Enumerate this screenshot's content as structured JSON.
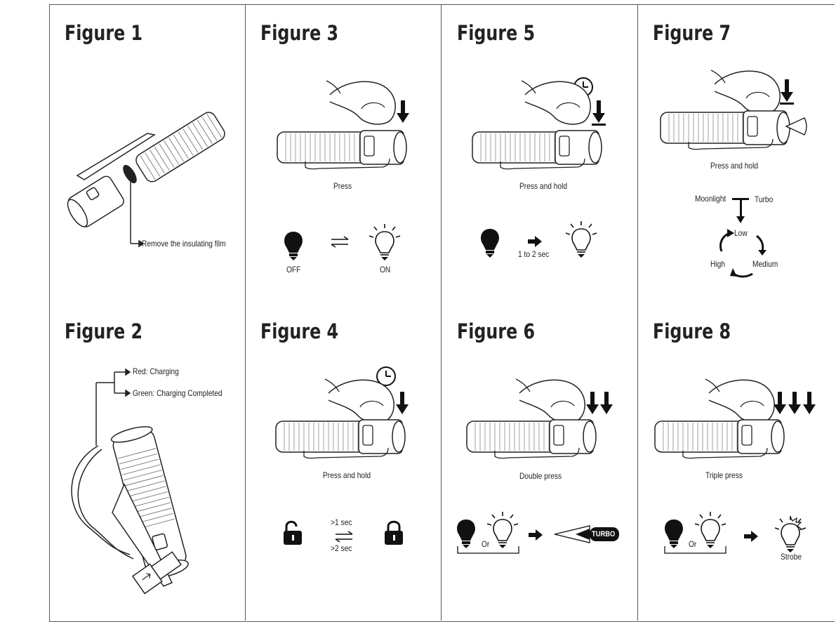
{
  "figures": {
    "f1": {
      "title": "Figure 1",
      "note": "Remove the insulating film"
    },
    "f2": {
      "title": "Figure 2",
      "red": "Red: Charging",
      "green": "Green: Charging Completed"
    },
    "f3": {
      "title": "Figure 3",
      "action": "Press",
      "off": "OFF",
      "on": "ON"
    },
    "f4": {
      "title": "Figure 4",
      "action": "Press and hold",
      "gt1": ">1 sec",
      "gt2": ">2 sec"
    },
    "f5": {
      "title": "Figure 5",
      "action": "Press and hold",
      "duration": "1 to 2 sec"
    },
    "f6": {
      "title": "Figure 6",
      "action": "Double press",
      "or": "Or",
      "turbo": "TURBO"
    },
    "f7": {
      "title": "Figure 7",
      "action": "Press and hold",
      "moonlight": "Moonlight",
      "turbo": "Turbo",
      "low": "Low",
      "medium": "Medium",
      "high": "High"
    },
    "f8": {
      "title": "Figure 8",
      "action": "Triple press",
      "or": "Or",
      "strobe": "Strobe"
    }
  },
  "icons": [
    "finger-press-icon",
    "down-arrow-icon",
    "clock-icon",
    "flashlight-icon",
    "bulb-off-icon",
    "bulb-on-icon",
    "lock-closed-icon",
    "lock-open-icon",
    "usb-cable-icon",
    "right-arrow-icon",
    "swap-arrows-icon",
    "strobe-bulb-icon",
    "beam-icon"
  ],
  "colors": {
    "ink": "#1a1a1a",
    "line": "#555555",
    "background": "#ffffff"
  }
}
